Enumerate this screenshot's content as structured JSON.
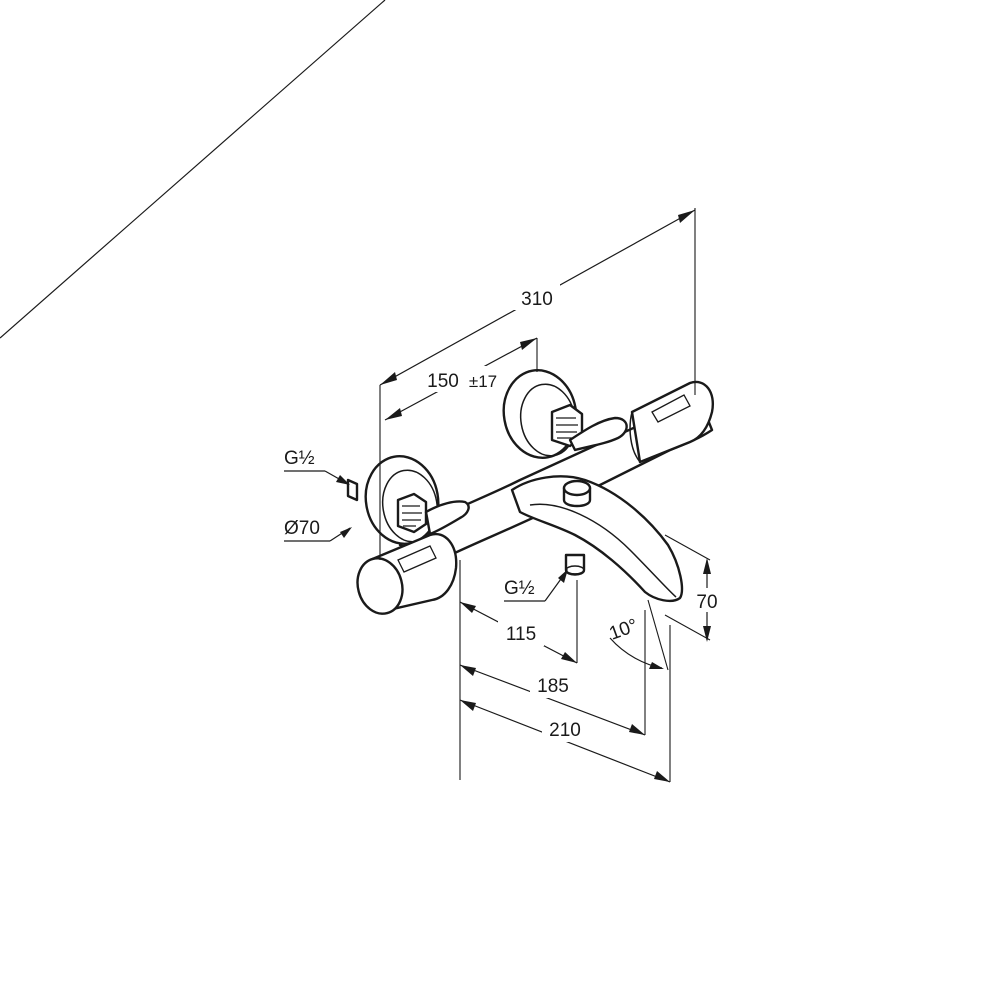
{
  "dimensions": {
    "overall_width": "310",
    "inlet_spacing": "150",
    "inlet_tolerance": "±17",
    "inlet_thread_left": "G½",
    "rosette_diameter": "Ø70",
    "outlet_thread": "G½",
    "spout_height": "70",
    "spout_angle": "10°",
    "depth_outlet": "115",
    "depth_spout_tip": "185",
    "depth_total": "210"
  }
}
